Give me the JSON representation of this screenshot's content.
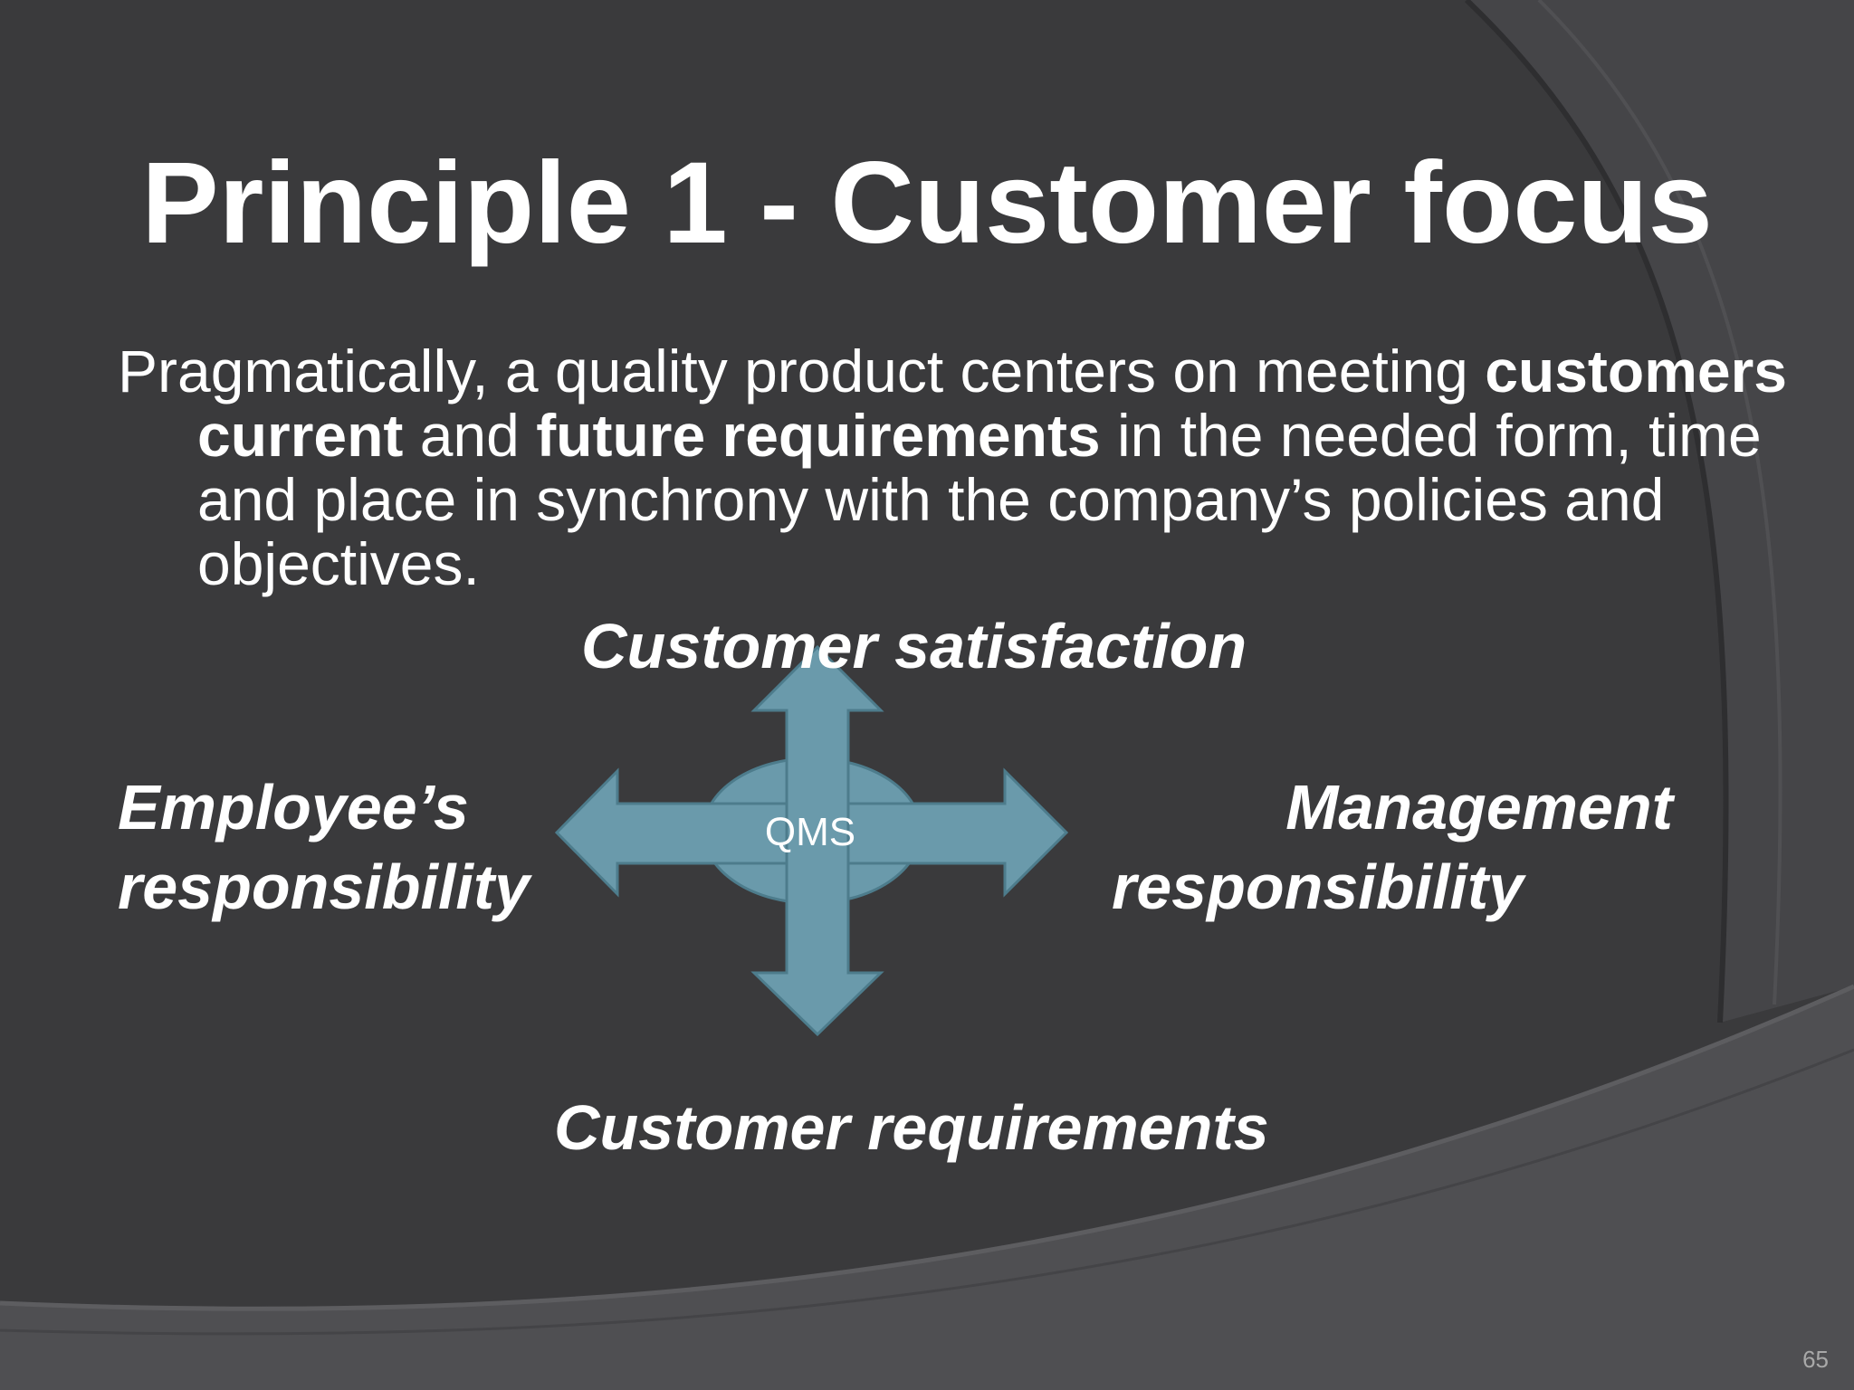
{
  "slide": {
    "title": "Principle 1 - Customer focus",
    "body": {
      "part1": "Pragmatically, a quality product centers on meeting ",
      "bold1": "customers current",
      "part2": " and ",
      "bold2": "future requirements",
      "part3": " in the needed form, time and place in synchrony with the company’s policies and objectives."
    },
    "page_number": "65"
  },
  "diagram": {
    "center": "QMS",
    "top": "Customer satisfaction",
    "bottom": "Customer requirements",
    "left_line1": "Employee’s",
    "left_line2": "responsibility",
    "right_line1": "Management",
    "right_line2": "responsibility"
  },
  "colors": {
    "background": "#3a3a3c",
    "shape_fill": "#6a9aab",
    "shape_stroke": "#4d7c8c",
    "text": "#ffffff"
  }
}
